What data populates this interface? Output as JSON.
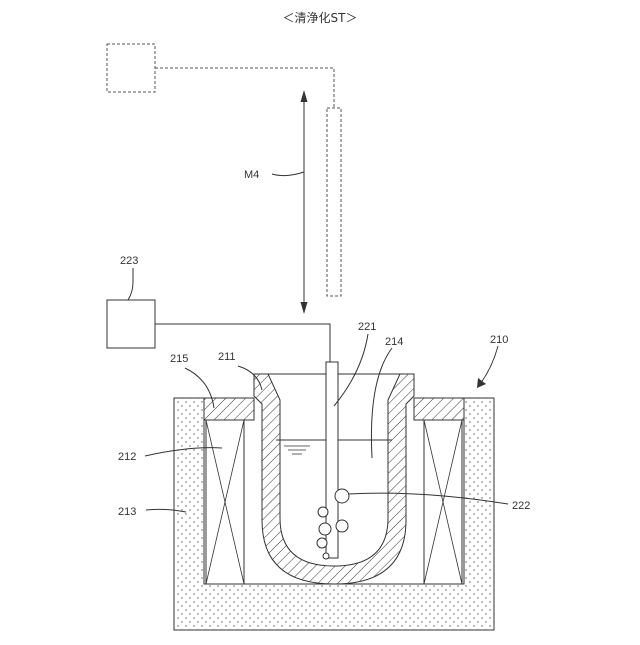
{
  "title": "＜清浄化ST＞",
  "labels": {
    "m4": "M4",
    "l223": "223",
    "l221": "221",
    "l214": "214",
    "l210": "210",
    "l215": "215",
    "l211": "211",
    "l212": "212",
    "l213": "213",
    "l222": "222"
  },
  "colors": {
    "stroke": "#333333",
    "background": "#ffffff"
  }
}
